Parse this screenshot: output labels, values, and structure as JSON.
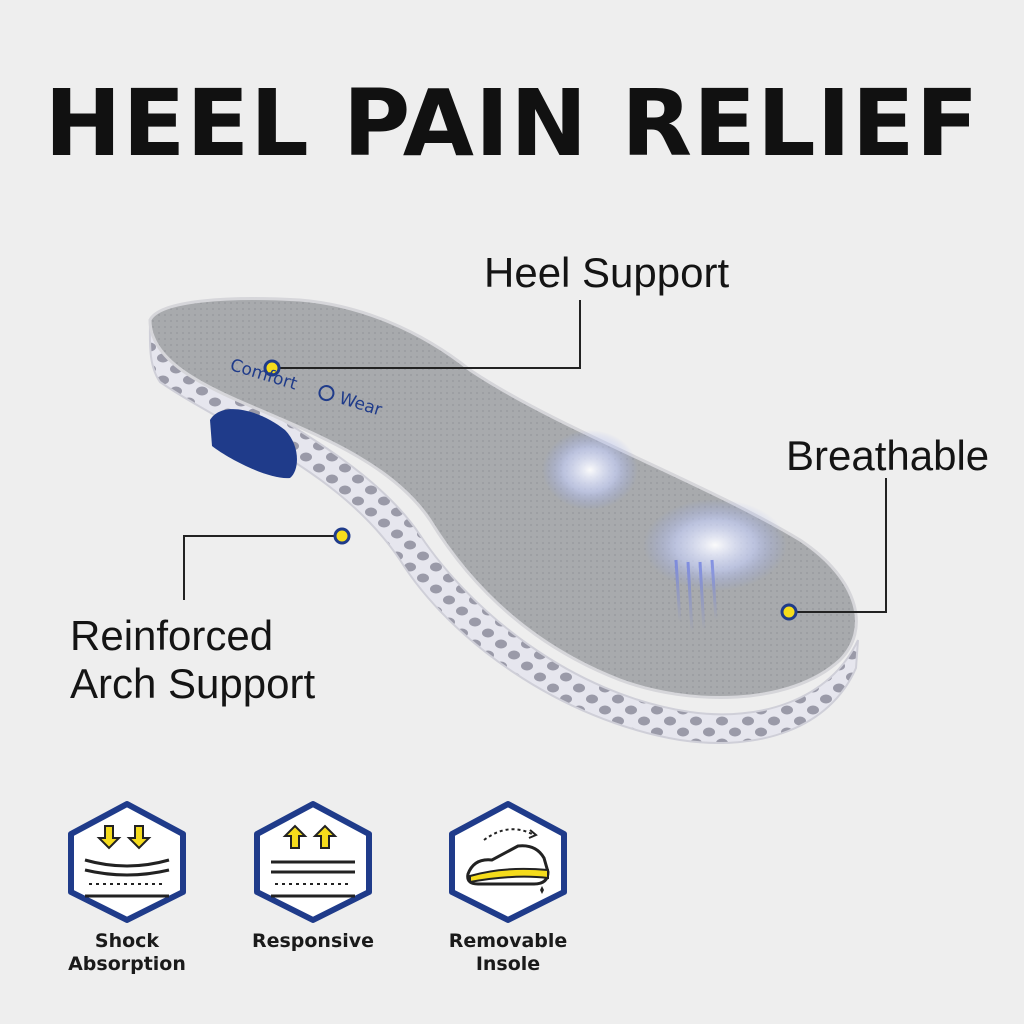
{
  "title": "HEEL PAIN RELIEF",
  "callouts": {
    "heel_support": "Heel Support",
    "breathable": "Breathable",
    "arch_line1": "Reinforced",
    "arch_line2": "Arch Support"
  },
  "brand": {
    "left": "Comfort",
    "right": "Wear"
  },
  "features": [
    {
      "line1": "Shock",
      "line2": "Absorption",
      "icon": "down-arrows-icon"
    },
    {
      "line1": "Responsive",
      "line2": "",
      "icon": "up-arrows-icon"
    },
    {
      "line1": "Removable",
      "line2": "Insole",
      "icon": "shoe-icon"
    }
  ],
  "colors": {
    "background": "#eeeeee",
    "navy": "#1f3b8a",
    "marker_yellow": "#f5dc1c",
    "insole_grey": "#a7a9ab",
    "foam_white": "#e4e4ea"
  }
}
